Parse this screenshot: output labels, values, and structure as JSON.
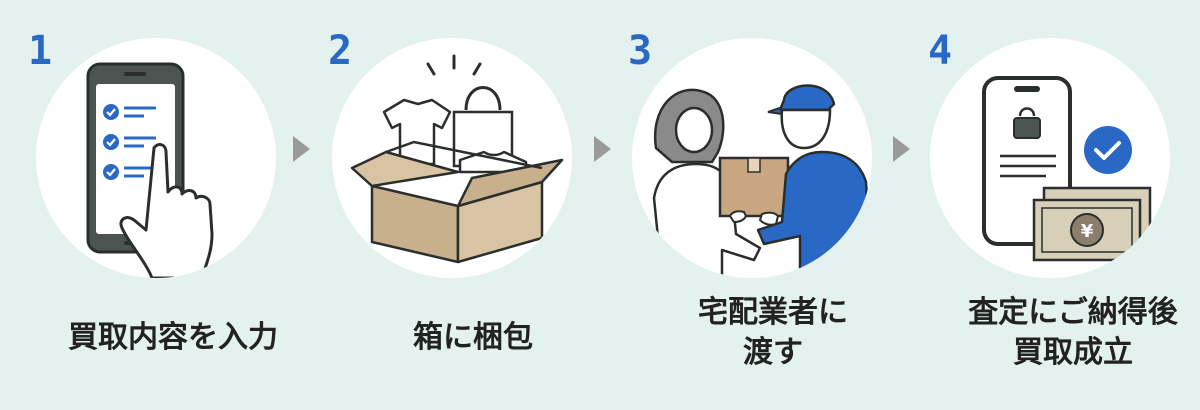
{
  "steps": [
    {
      "number": "1",
      "label_lines": [
        "買取内容を入力"
      ],
      "icon": "smartphone-checklist-icon"
    },
    {
      "number": "2",
      "label_lines": [
        "箱に梱包"
      ],
      "icon": "packing-box-icon"
    },
    {
      "number": "3",
      "label_lines": [
        "宅配業者に",
        "渡す"
      ],
      "icon": "courier-handover-icon"
    },
    {
      "number": "4",
      "label_lines": [
        "査定にご納得後",
        "買取成立"
      ],
      "icon": "payment-complete-icon"
    }
  ],
  "colors": {
    "background": "#e4f2ef",
    "accent": "#2968c4",
    "arrow": "#9a9a9a"
  }
}
